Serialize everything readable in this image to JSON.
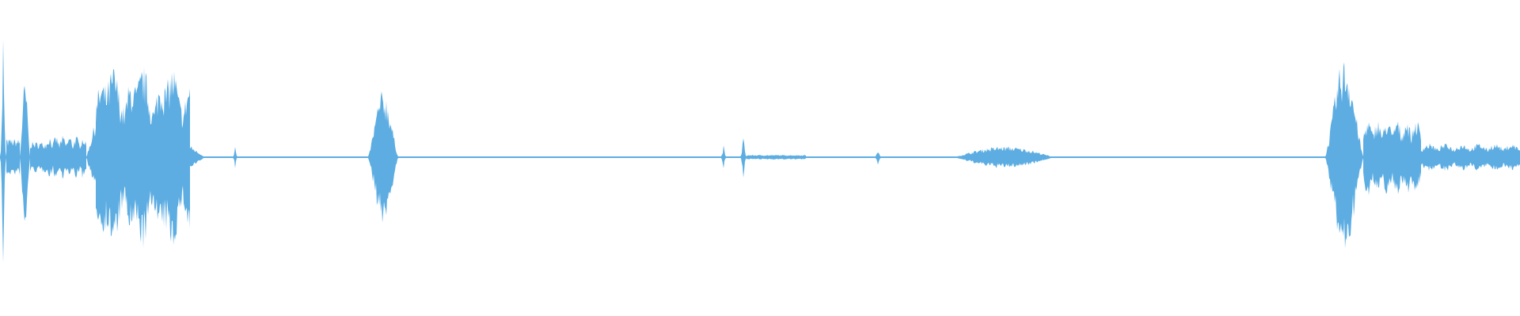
{
  "waveform": {
    "color": "#5dade2",
    "bursts": [
      {
        "start": 0.0,
        "end": 0.004,
        "amp": 0.86,
        "shape": "spike"
      },
      {
        "start": 0.004,
        "end": 0.013,
        "amp": 0.12,
        "shape": "flat"
      },
      {
        "start": 0.013,
        "end": 0.02,
        "amp": 0.5,
        "shape": "peak"
      },
      {
        "start": 0.02,
        "end": 0.03,
        "amp": 0.1,
        "shape": "flat"
      },
      {
        "start": 0.03,
        "end": 0.057,
        "amp": 0.14,
        "shape": "ripple"
      },
      {
        "start": 0.057,
        "end": 0.063,
        "amp": 0.26,
        "shape": "ramp"
      },
      {
        "start": 0.063,
        "end": 0.125,
        "amp": 0.62,
        "shape": "speech"
      },
      {
        "start": 0.125,
        "end": 0.135,
        "amp": 0.08,
        "shape": "decay"
      },
      {
        "start": 0.153,
        "end": 0.156,
        "amp": 0.08,
        "shape": "spike"
      },
      {
        "start": 0.242,
        "end": 0.262,
        "amp": 0.44,
        "shape": "peak"
      },
      {
        "start": 0.474,
        "end": 0.478,
        "amp": 0.08,
        "shape": "spike"
      },
      {
        "start": 0.487,
        "end": 0.491,
        "amp": 0.18,
        "shape": "spike"
      },
      {
        "start": 0.491,
        "end": 0.53,
        "amp": 0.015,
        "shape": "flat"
      },
      {
        "start": 0.575,
        "end": 0.58,
        "amp": 0.05,
        "shape": "spike"
      },
      {
        "start": 0.628,
        "end": 0.693,
        "amp": 0.07,
        "shape": "swell"
      },
      {
        "start": 0.872,
        "end": 0.897,
        "amp": 0.65,
        "shape": "peak"
      },
      {
        "start": 0.897,
        "end": 0.935,
        "amp": 0.25,
        "shape": "ripple"
      },
      {
        "start": 0.935,
        "end": 1.0,
        "amp": 0.09,
        "shape": "ripple"
      }
    ]
  }
}
